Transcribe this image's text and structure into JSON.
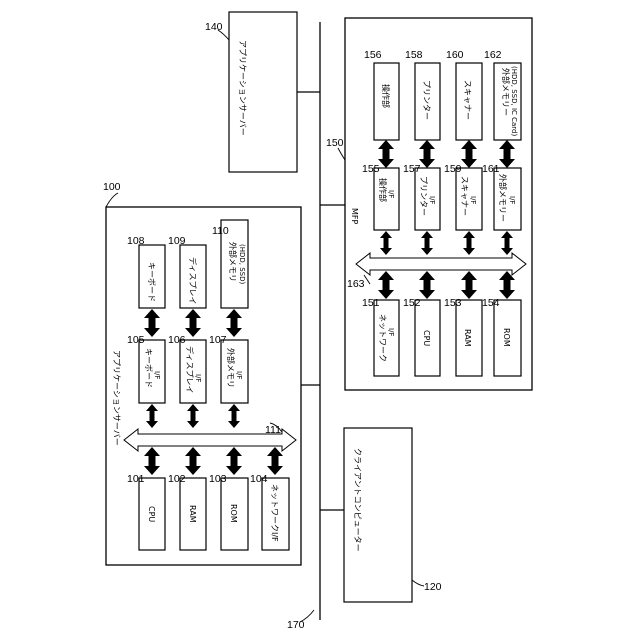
{
  "refs": {
    "server": "100",
    "cpu": "101",
    "ram": "102",
    "rom": "103",
    "netif": "104",
    "kbif": "105",
    "dispif": "106",
    "memif": "107",
    "kb": "108",
    "disp": "109",
    "mem": "110",
    "bus": "111",
    "cpu_label": "CPU",
    "ram_label": "RAM",
    "rom_label": "ROM",
    "client": "120",
    "appserver": "140",
    "mfp": "150",
    "netif2": "151",
    "cpu2": "152",
    "ram2": "153",
    "rom2": "154",
    "opif": "155",
    "op": "156",
    "prif": "157",
    "pr": "158",
    "scif": "159",
    "sc": "160",
    "exif": "161",
    "ex": "162",
    "bus2": "163",
    "network": "170"
  },
  "labels": {
    "server_title": "アプリケーションサーバー",
    "cpu": "CPU",
    "ram": "RAM",
    "rom": "ROM",
    "netif": "ネットワークI/F",
    "kbif_line1": "キーボード",
    "kbif_line2": "I/F",
    "dispif_line1": "ディスプレイ",
    "dispif_line2": "I/F",
    "memif_line1": "外部メモリ",
    "memif_line2": "I/F",
    "kb": "キーボード",
    "disp": "ディスプレイ",
    "mem_line1": "外部メモリ",
    "mem_line2": "(HDD, SSD)",
    "client": "クライアントコンピューター",
    "appserver": "アプリケーションサーバー",
    "mfp_title": "MFP",
    "netif2_line1": "ネットワーク",
    "netif2_line2": "I/F",
    "cpu2": "CPU",
    "ram2": "RAM",
    "rom2": "ROM",
    "opif_line1": "操作部",
    "opif_line2": "I/F",
    "op": "操作部",
    "prif_line1": "プリンター",
    "prif_line2": "I/F",
    "pr": "プリンター",
    "scif_line1": "スキャナー",
    "scif_line2": "I/F",
    "sc": "スキャナー",
    "exif_line1": "外部メモリー",
    "exif_line2": "I/F",
    "ex_line1": "外部メモリー",
    "ex_line2": "(HDD, SSD, IC Card)"
  }
}
